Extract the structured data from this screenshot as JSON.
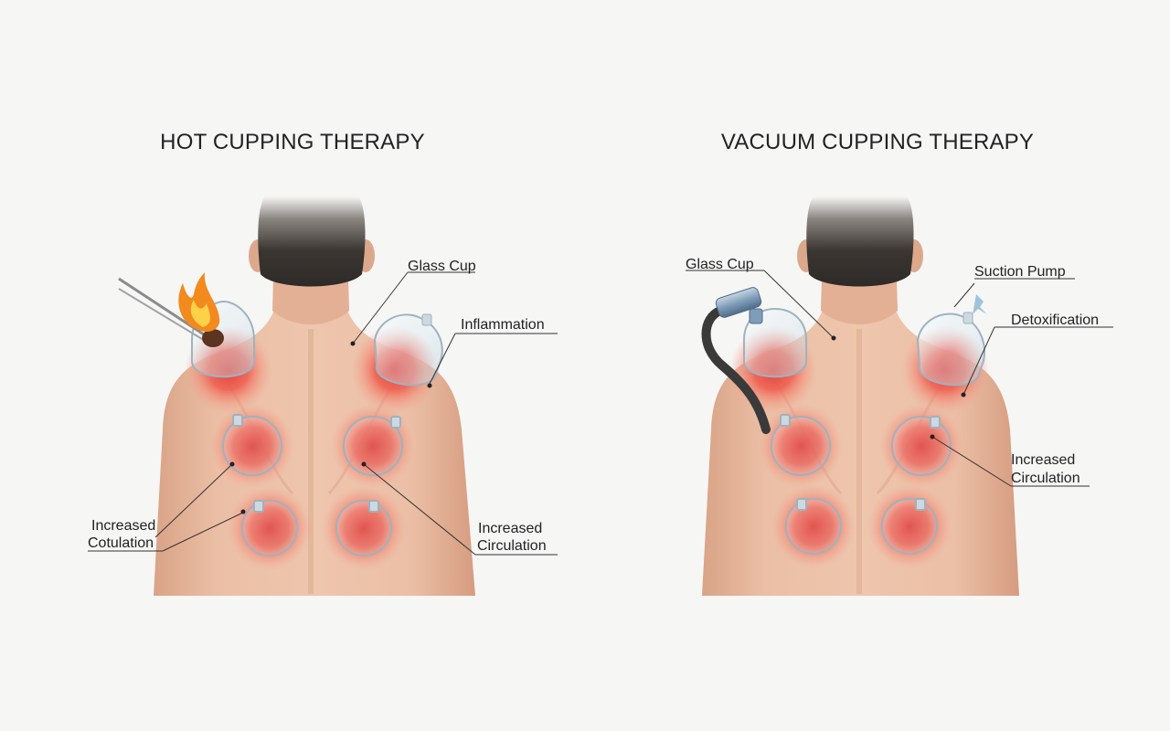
{
  "panels": [
    {
      "title": "HOT CUPPING THERAPY",
      "labels": {
        "glass_cup": "Glass Cup",
        "inflammation": "Inflammation",
        "increased_left_1": "Increased",
        "increased_left_2": "Cotulation",
        "increased_right_1": "Increased",
        "increased_right_2": "Circulation"
      }
    },
    {
      "title": "VACUUM CUPPING THERAPY",
      "labels": {
        "glass_cup": "Glass Cup",
        "suction_pump": "Suction Pump",
        "detoxification": "Detoxification",
        "increased_1": "Increased",
        "increased_2": "Circulation"
      }
    }
  ],
  "colors": {
    "skin": "#e9b89d",
    "skin_shadow": "#d69a80",
    "hair": "#3b3632",
    "redness": "#e8433a",
    "background": "#f6f6f5",
    "flame": "#f28a1e",
    "pump": "#7f9db8"
  }
}
